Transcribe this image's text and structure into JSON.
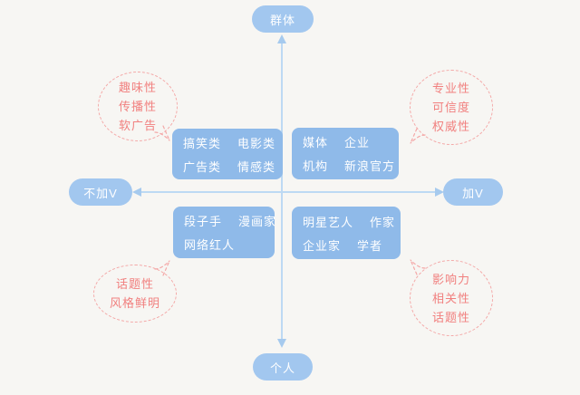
{
  "colors": {
    "background": "#f7f6f3",
    "quadrant_box_blue": "#8fbae9",
    "axis_pill_blue": "#a2c7ef",
    "axis_line_blue": "#bdd9f3",
    "axis_arrow_blue": "#a6caee",
    "callout_text_pink": "#f1807f",
    "callout_border_pink": "#f4a8a7",
    "box_text_white": "#ffffff"
  },
  "axes": {
    "top_label": "群体",
    "bottom_label": "个人",
    "left_label": "不加V",
    "right_label": "加V"
  },
  "quadrants": {
    "top_left": {
      "rows": [
        [
          "搞笑类",
          "电影类"
        ],
        [
          "广告类",
          "情感类"
        ]
      ]
    },
    "top_right": {
      "rows": [
        [
          "媒体",
          "企业"
        ],
        [
          "机构",
          "新浪官方"
        ]
      ]
    },
    "bottom_left": {
      "rows": [
        [
          "段子手",
          "漫画家"
        ],
        [
          "网络红人"
        ]
      ]
    },
    "bottom_right": {
      "rows": [
        [
          "明星艺人",
          "作家"
        ],
        [
          "企业家",
          "学者"
        ]
      ]
    }
  },
  "callouts": {
    "top_left": {
      "lines": [
        "趣味性",
        "传播性",
        "软广告"
      ]
    },
    "top_right": {
      "lines": [
        "专业性",
        "可信度",
        "权威性"
      ]
    },
    "bottom_left": {
      "lines": [
        "话题性",
        "风格鲜明"
      ]
    },
    "bottom_right": {
      "lines": [
        "影响力",
        "相关性",
        "话题性"
      ]
    }
  }
}
